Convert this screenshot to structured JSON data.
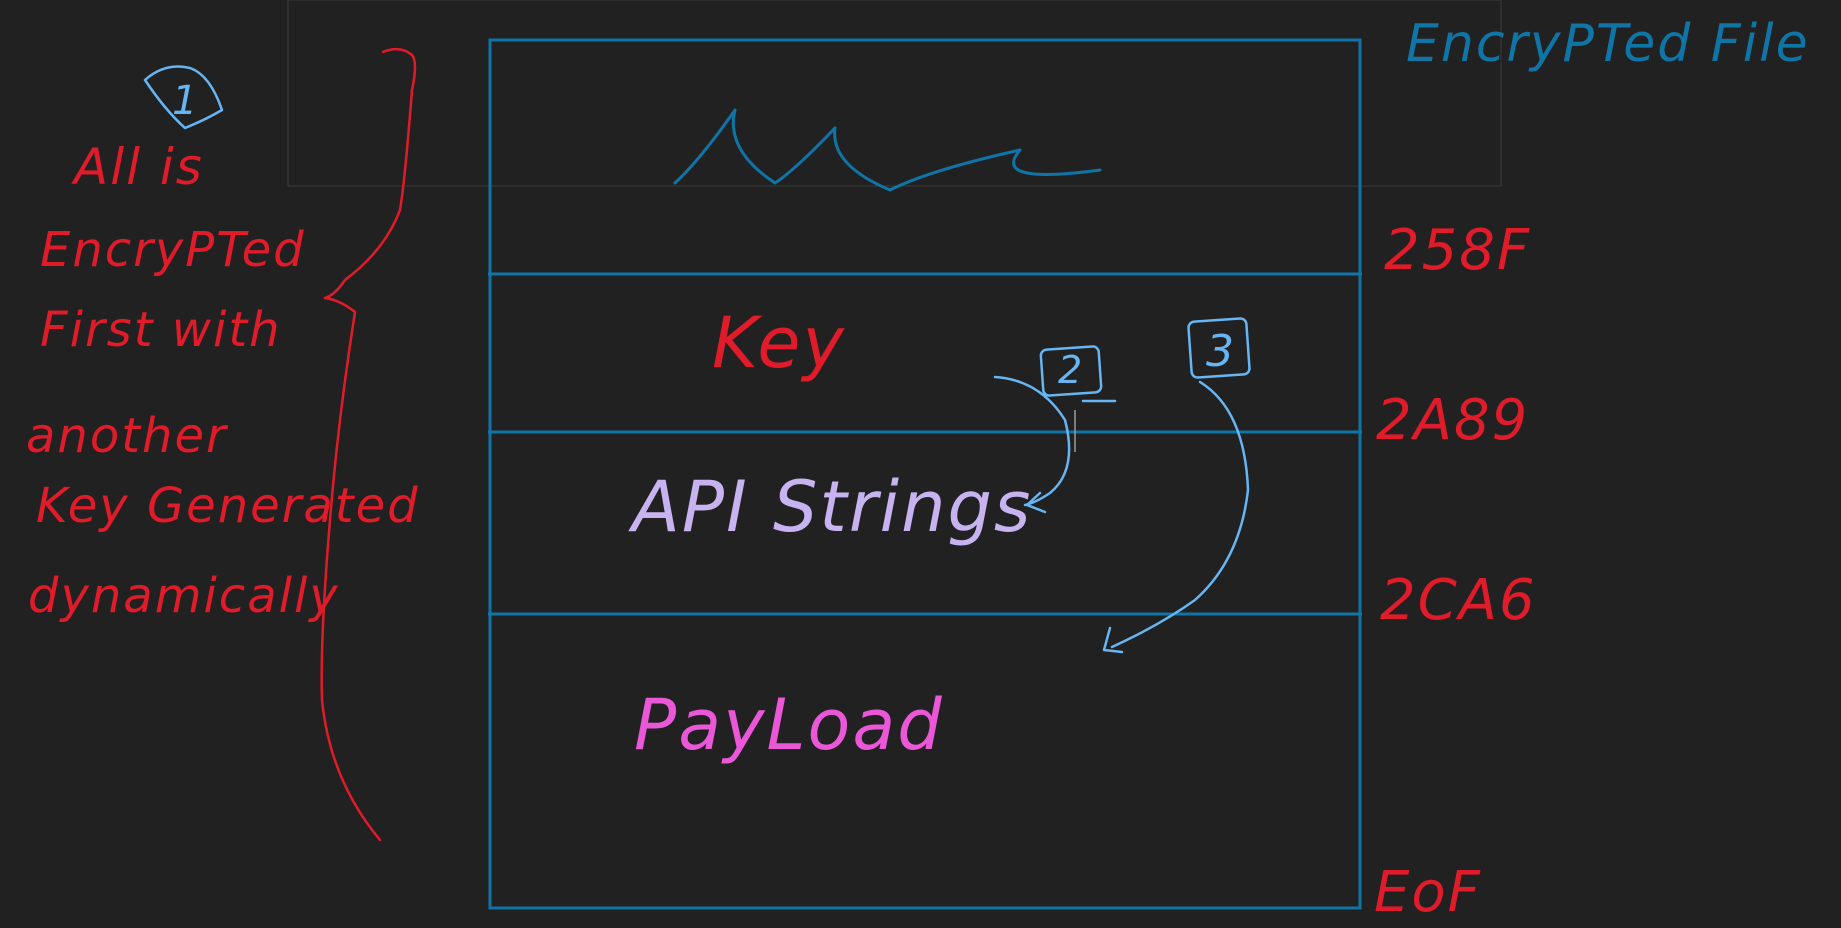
{
  "title": "EncryPTed File",
  "colors": {
    "background": "#212121",
    "box": "#0f74a6",
    "annotation_red": "#e01b2a",
    "api_strings": "#c7b3f0",
    "payload": "#ea58d8",
    "step_markers": "#67b5f2"
  },
  "sections": [
    {
      "label": "",
      "end_offset": "258F"
    },
    {
      "label": "Key",
      "end_offset": "2A89"
    },
    {
      "label": "API Strings",
      "end_offset": "2CA6"
    },
    {
      "label": "PayLoad",
      "end_offset": "EoF"
    }
  ],
  "steps": [
    "1",
    "2",
    "3"
  ],
  "note_lines": [
    "All is",
    "EncryPTed",
    "First with",
    "another",
    "Key Generated",
    "dynamically"
  ]
}
